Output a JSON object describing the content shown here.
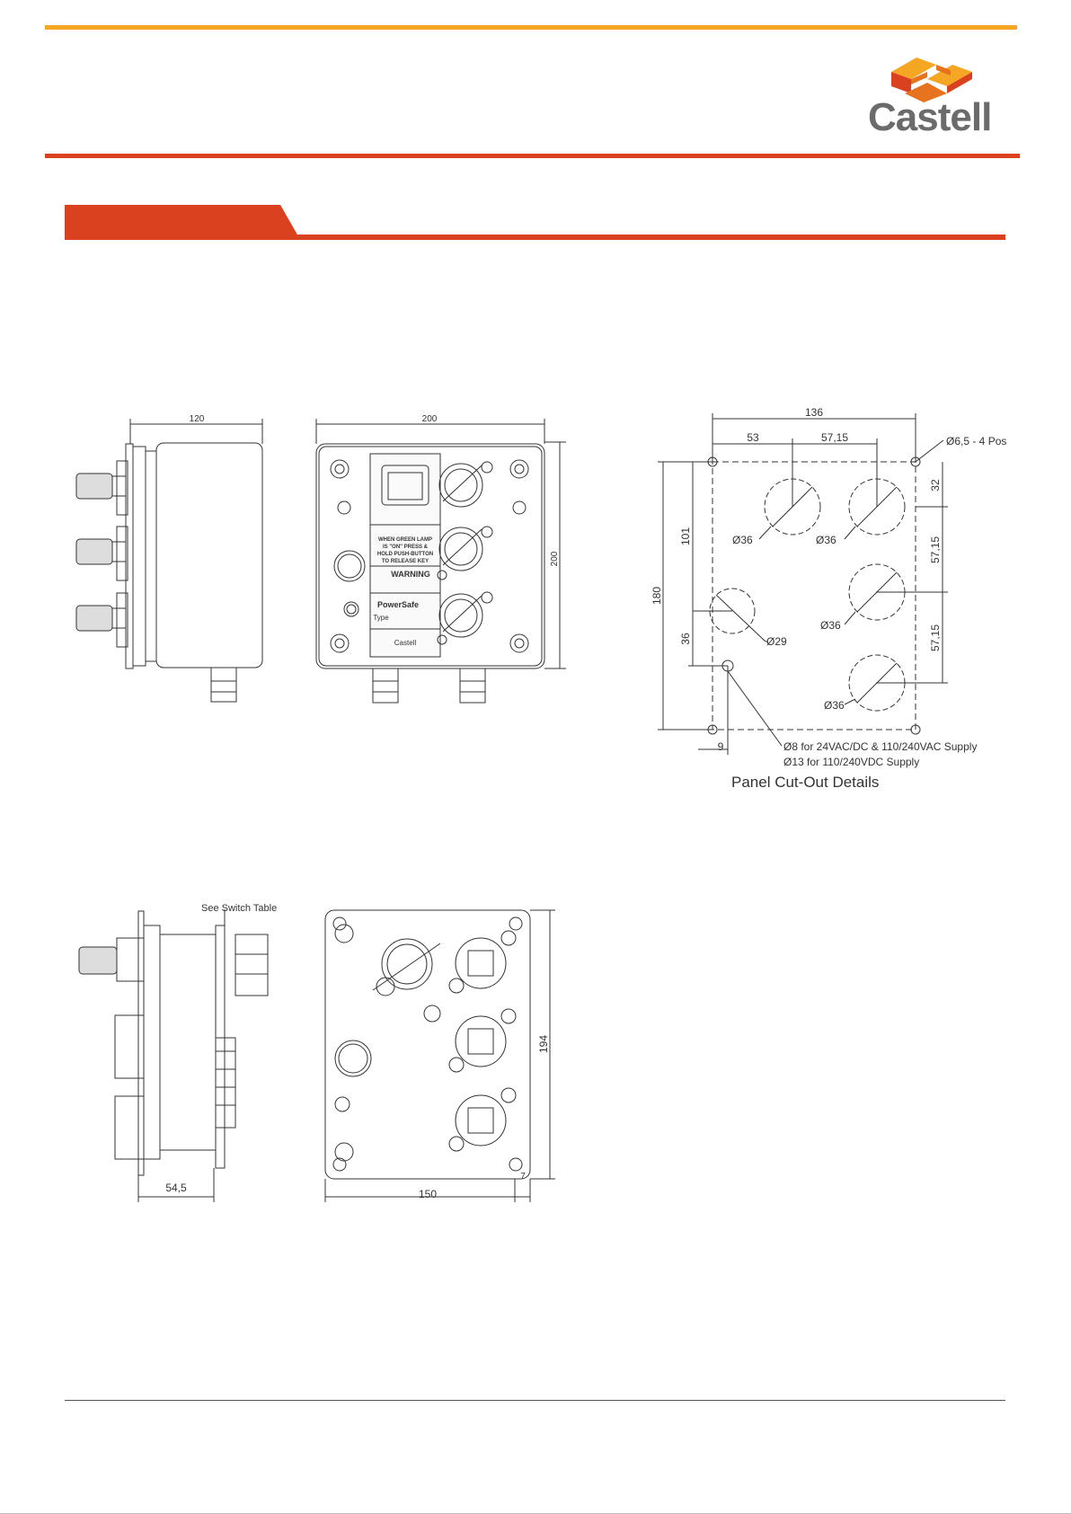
{
  "header": {
    "brand": "Castell",
    "colors": {
      "accent_orange": "#f5a623",
      "accent_red": "#d9411f",
      "logo_grey": "#6b6b6b"
    }
  },
  "drawing1": {
    "dim_width_side": "120",
    "dim_width_front": "200",
    "dim_height_front": "200",
    "label_text": {
      "line1": "WHEN GREEN LAMP",
      "line2": "IS \"ON\" PRESS &",
      "line3": "HOLD PUSH-BUTTON",
      "line4": "TO RELEASE KEY",
      "warning": "WARNING",
      "brand_name": "PowerSafe",
      "type_label": "Type",
      "logo_text": "Castell"
    }
  },
  "cutout": {
    "dim_136": "136",
    "dim_53": "53",
    "dim_5715_top": "57,15",
    "dim_32": "32",
    "dim_101": "101",
    "dim_180": "180",
    "dim_36": "36",
    "dim_5715_mid": "57,15",
    "dim_5715_low": "57,15",
    "dim_9": "9",
    "hole_36_a": "Ø36",
    "hole_36_b": "Ø36",
    "hole_36_c": "Ø36",
    "hole_36_d": "Ø36",
    "hole_29": "Ø29",
    "hole_65": "Ø6,5 - 4 Pos",
    "lamp_note_1": "Ø8 for 24VAC/DC & 110/240VAC Supply",
    "lamp_note_2": "Ø13 for 110/240VDC Supply",
    "title": "Panel Cut-Out Details"
  },
  "drawing2": {
    "see_switch_table": "See Switch Table",
    "dim_545": "54,5",
    "dim_150": "150",
    "dim_194": "194",
    "dim_7": "7"
  }
}
